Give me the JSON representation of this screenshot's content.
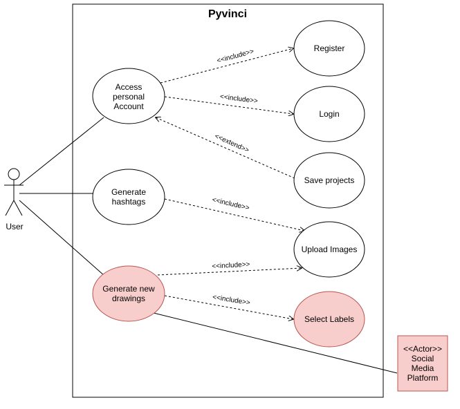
{
  "system": {
    "title": "Pyvinci"
  },
  "actors": {
    "user": "User",
    "platform": [
      "<<Actor>>",
      "Social",
      "Media",
      "Platform"
    ]
  },
  "use_cases": {
    "access": [
      "Access",
      "personal",
      "Account"
    ],
    "hashtags": [
      "Generate",
      "hashtags"
    ],
    "drawings": [
      "Generate new",
      "drawings"
    ],
    "register": [
      "Register"
    ],
    "login": [
      "Login"
    ],
    "save": [
      "Save projects"
    ],
    "upload": [
      "Upload Images"
    ],
    "labels": [
      "Select Labels"
    ]
  },
  "relations": {
    "include": "<<include>>",
    "extend": "<<extend>>"
  },
  "colors": {
    "highlight_fill": "#f8cecc",
    "highlight_stroke": "#b85450",
    "stroke": "#000000",
    "fill": "#ffffff"
  }
}
